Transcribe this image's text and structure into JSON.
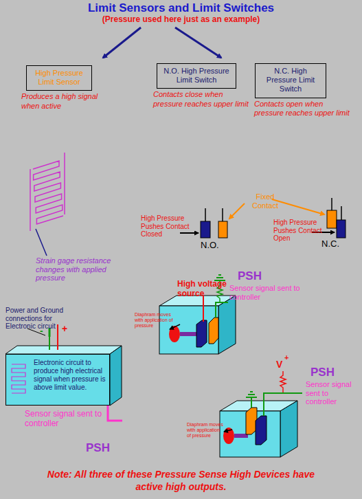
{
  "diagram": {
    "title": "Limit Sensors and Limit Switches",
    "caption": "Note:  All three of these Pressure Sense High Devices have active high outputs.",
    "nodes": [
      {
        "text": [
          "High Pressure Limit Sensor",
          "Produces a high signal when active"
        ]
      },
      {
        "text": [
          "N.O. High Pressure Limit Switch",
          "Contacts close when pressure reaches upper limit"
        ]
      },
      {
        "text": [
          "N.C. High Pressure Limit Switch",
          "Contacts open  when pressure reaches upper limit"
        ]
      },
      {
        "text": [
          "Electronic circuit to produce high electrical signal when pressure is above limit value."
        ]
      }
    ],
    "labels": [
      "(Pressure used here just  as an example)",
      "Strain gage resistance changes with applied pressure",
      "Fixed Contact",
      "High Pressure Pushes Contact Closed",
      "N.O.",
      "High Pressure Pushes Contact  Open",
      "N.C.",
      "PSH",
      "High voltage source",
      "Sensor signal sent to controller",
      "Diaphram moves with application of pressure",
      "Power and Ground connections for Electronic circuit",
      "-",
      "+",
      "Sensor signal sent to controller",
      "PSH",
      "V",
      "+",
      "PSH",
      "Sensor signal sent to controller",
      "Diaphram moves with application of pressure"
    ]
  }
}
